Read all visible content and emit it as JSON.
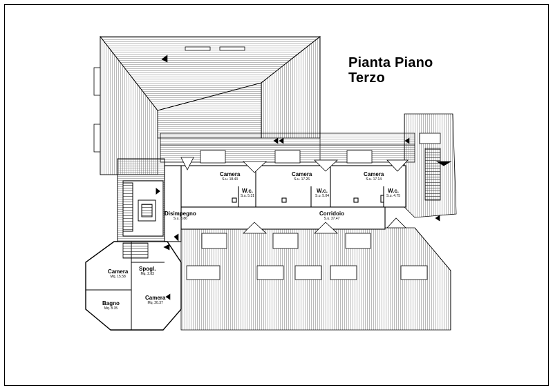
{
  "title": [
    "Pianta Piano",
    "Terzo"
  ],
  "rooms": [
    {
      "name": "Camera",
      "area": "S.u. 18.43"
    },
    {
      "name": "W.c.",
      "area": "S.u. 5.31"
    },
    {
      "name": "Camera",
      "area": "S.u. 17.26"
    },
    {
      "name": "W.c.",
      "area": "S.u. 5.04"
    },
    {
      "name": "Camera",
      "area": "S.u. 17.14"
    },
    {
      "name": "W.c.",
      "area": "S.u. 4.75"
    },
    {
      "name": "Disimpegno",
      "area": "S.u. 8.86"
    },
    {
      "name": "Corridoio",
      "area": "S.u. 37.47"
    },
    {
      "name": "Camera",
      "area": "Mq. 15.58"
    },
    {
      "name": "Spogl.",
      "area": "Mq. 2.83"
    },
    {
      "name": "Camera",
      "area": "Mq. 20.37"
    },
    {
      "name": "Bagno",
      "area": "Mq. 8.35"
    }
  ],
  "colors": {
    "line": "#000000",
    "hatch": "#555555",
    "background": "#ffffff"
  }
}
